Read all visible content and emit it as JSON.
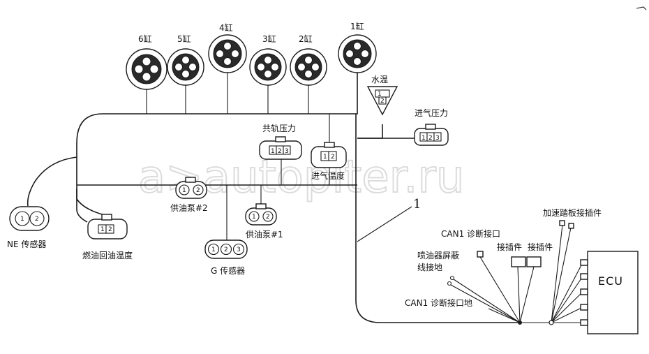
{
  "injectors": [
    {
      "label": "6缸"
    },
    {
      "label": "5缸"
    },
    {
      "label": "4缸"
    },
    {
      "label": "3缸"
    },
    {
      "label": "2缸"
    },
    {
      "label": "1缸"
    }
  ],
  "sensors": {
    "water_temp": {
      "label": "水温",
      "pins": [
        "1",
        "2"
      ]
    },
    "intake_pressure": {
      "label": "进气压力",
      "pins": [
        "1",
        "2",
        "3"
      ]
    },
    "rail_pressure": {
      "label": "共轨压力",
      "pins": [
        "1",
        "2",
        "3"
      ]
    },
    "intake_temp": {
      "label": "进气温度",
      "pins": [
        "1",
        "2"
      ]
    },
    "pump2": {
      "label": "供油泵#2",
      "pins": [
        "1",
        "2"
      ]
    },
    "pump1": {
      "label": "供油泵#1",
      "pins": [
        "1",
        "2"
      ]
    },
    "ne": {
      "label": "NE  传感器",
      "pins": [
        "1",
        "2"
      ]
    },
    "fuel_return": {
      "label": "燃油回油温度",
      "pins": [
        "1",
        "2"
      ]
    },
    "g_sensor": {
      "label": "G  传感器",
      "pins": [
        "1",
        "2",
        "3"
      ]
    }
  },
  "harness_callout": "1",
  "ecu": {
    "label": "ECU"
  },
  "ecu_side": {
    "can1_port": "CAN1  诊断接口",
    "can1_ground": "CAN1  诊断接口地",
    "shield_ground_line1": "喷油器屏蔽",
    "shield_ground_line2": "线接地",
    "connector_a": "接插件",
    "connector_b": "接插件",
    "pedal_connector": "加速踏板接插件"
  },
  "watermark": "a>autopiter.ru"
}
